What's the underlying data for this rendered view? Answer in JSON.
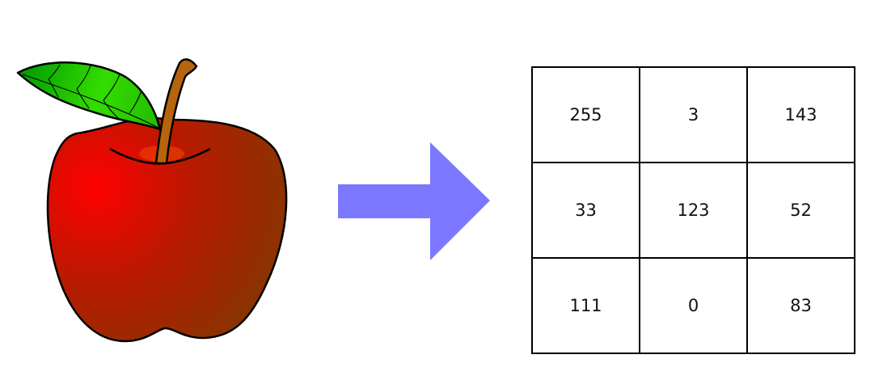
{
  "colors": {
    "apple_highlight": "#ff0000",
    "apple_shadow": "#8b3300",
    "leaf_light": "#33dd00",
    "leaf_dark": "#009900",
    "stem": "#b5650d",
    "arrow": "#7b78ff",
    "grid_lines": "#000000"
  },
  "icons": {
    "source_image": "apple-icon",
    "transform": "right-arrow-icon"
  },
  "grid": {
    "rows": [
      [
        "255",
        "3",
        "143"
      ],
      [
        "33",
        "123",
        "52"
      ],
      [
        "111",
        "0",
        "83"
      ]
    ]
  }
}
